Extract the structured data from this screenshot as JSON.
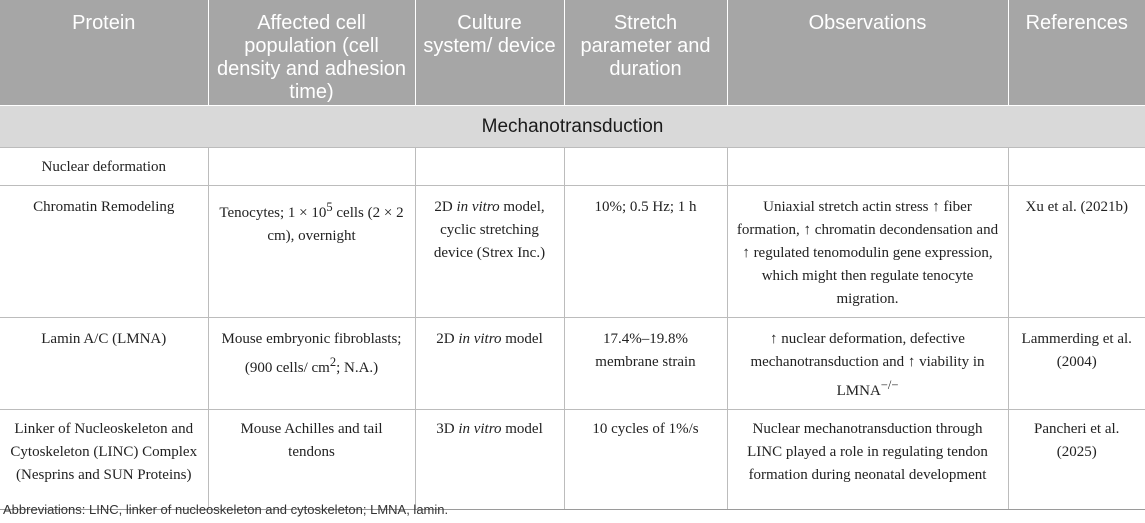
{
  "table": {
    "headers": [
      "Protein",
      "Affected cell population (cell density and adhesion time)",
      "Culture system/ device",
      "Stretch parameter and duration",
      "Observations",
      "References"
    ],
    "section": "Mechanotransduction",
    "rows": [
      {
        "protein": "Nuclear deformation"
      },
      {
        "protein": "Chromatin Remodeling",
        "population_pre": "Tenocytes; 1 × 10",
        "population_sup": "5",
        "population_post": " cells (2 × 2 cm), overnight",
        "culture_pre": "2D ",
        "culture_em": "in vitro",
        "culture_post": " model, cyclic stretching device (Strex Inc.)",
        "stretch": "10%; 0.5 Hz; 1 h",
        "observations": "Uniaxial stretch actin stress ↑ fiber formation, ↑ chromatin decondensation and ↑ regulated tenomodulin gene expression, which might then regulate tenocyte migration.",
        "reference": "Xu et al. (2021b)"
      },
      {
        "protein": "Lamin A/C (LMNA)",
        "population_pre": "Mouse embryonic fibroblasts; (900 cells/ cm",
        "population_sup": "2",
        "population_post": "; N.A.)",
        "culture_pre": "2D ",
        "culture_em": "in vitro",
        "culture_post": " model",
        "stretch": "17.4%–19.8% membrane strain",
        "observations_pre": "↑ nuclear deformation, defective mechanotransduction and ↑ viability in LMNA",
        "observations_sup": "−/−",
        "reference": "Lammerding et al. (2004)"
      },
      {
        "protein": "Linker of Nucleoskeleton and Cytoskeleton (LINC) Complex (Nesprins and SUN Proteins)",
        "population": "Mouse Achilles and tail tendons",
        "culture_pre": "3D ",
        "culture_em": "in vitro",
        "culture_post": " model",
        "stretch": "10 cycles of 1%/s",
        "observations": "Nuclear mechanotransduction through LINC played a role in regulating tendon formation during neonatal development",
        "reference": "Pancheri et al. (2025)"
      }
    ]
  },
  "footnote": "Abbreviations: LINC, linker of nucleoskeleton and cytoskeleton; LMNA, lamin."
}
